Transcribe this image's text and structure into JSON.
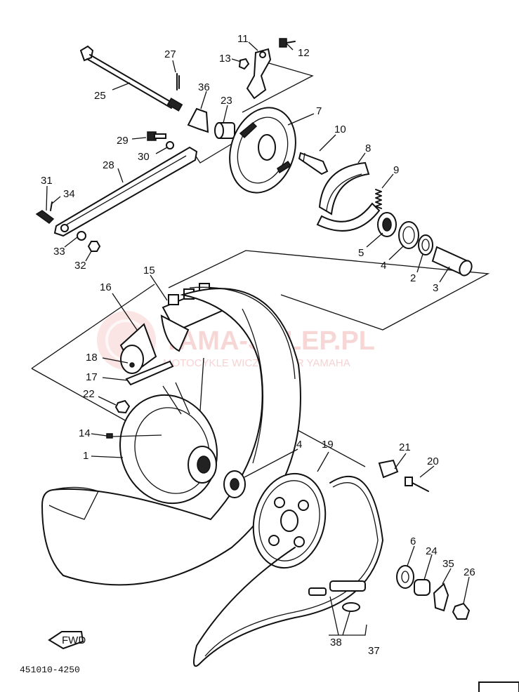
{
  "diagram_code": "451010-4250",
  "fwd_label": "FWD",
  "watermark": {
    "title": "YAMA-SKLEP.PL",
    "subtitle": "MOTOCYKLE WICZ DEALER YAMAHA"
  },
  "part_labels": {
    "p1": "1",
    "p2": "2",
    "p3": "3",
    "p4a": "4",
    "p4b": "4",
    "p5": "5",
    "p6": "6",
    "p7": "7",
    "p8": "8",
    "p9": "9",
    "p10": "10",
    "p11": "11",
    "p12": "12",
    "p13": "13",
    "p14": "14",
    "p15": "15",
    "p16": "16",
    "p17": "17",
    "p18": "18",
    "p19": "19",
    "p20": "20",
    "p21": "21",
    "p22": "22",
    "p23": "23",
    "p24": "24",
    "p25": "25",
    "p26": "26",
    "p27": "27",
    "p28": "28",
    "p29": "29",
    "p30": "30",
    "p31": "31",
    "p32": "32",
    "p33": "33",
    "p34": "34",
    "p35": "35",
    "p36": "36",
    "p37": "37",
    "p38": "38"
  }
}
